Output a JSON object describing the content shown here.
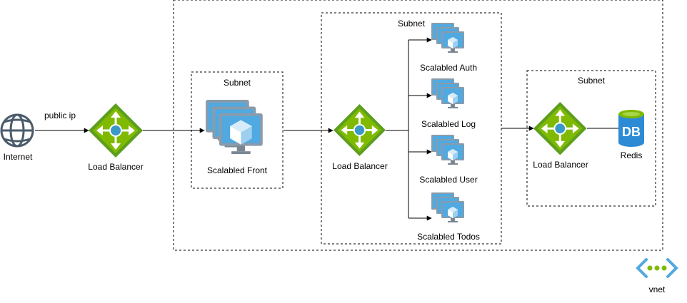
{
  "vnet": {
    "label": "vnet"
  },
  "internet": {
    "label": "Internet"
  },
  "public_edge": {
    "label": "public ip"
  },
  "lb_public": {
    "label": "Load Balancer"
  },
  "subnet_front": {
    "label": "Subnet",
    "service": {
      "label": "Scalabled Front"
    }
  },
  "subnet_services": {
    "label": "Subnet",
    "lb": {
      "label": "Load Balancer"
    },
    "services": [
      {
        "label": "Scalabled Auth"
      },
      {
        "label": "Scalabled Log"
      },
      {
        "label": "Scalabled User"
      },
      {
        "label": "Scalabled Todos"
      }
    ]
  },
  "subnet_data": {
    "label": "Subnet",
    "lb": {
      "label": "Load Balancer"
    },
    "db": {
      "label": "Redis",
      "icon_text": "DB"
    }
  },
  "colors": {
    "lb_green_dark": "#5C9E1F",
    "lb_green_light": "#7FBA00",
    "lb_center": "#3999C6",
    "vm_blue": "#50A9E0",
    "vm_frame": "#8A9BAA",
    "vm_stand": "#7A8793",
    "db_blue": "#2D8BD6",
    "db_green": "#7FBA00",
    "globe": "#4B5B6B",
    "vnet_green": "#7FBA00",
    "vnet_blue": "#50A9E0"
  }
}
